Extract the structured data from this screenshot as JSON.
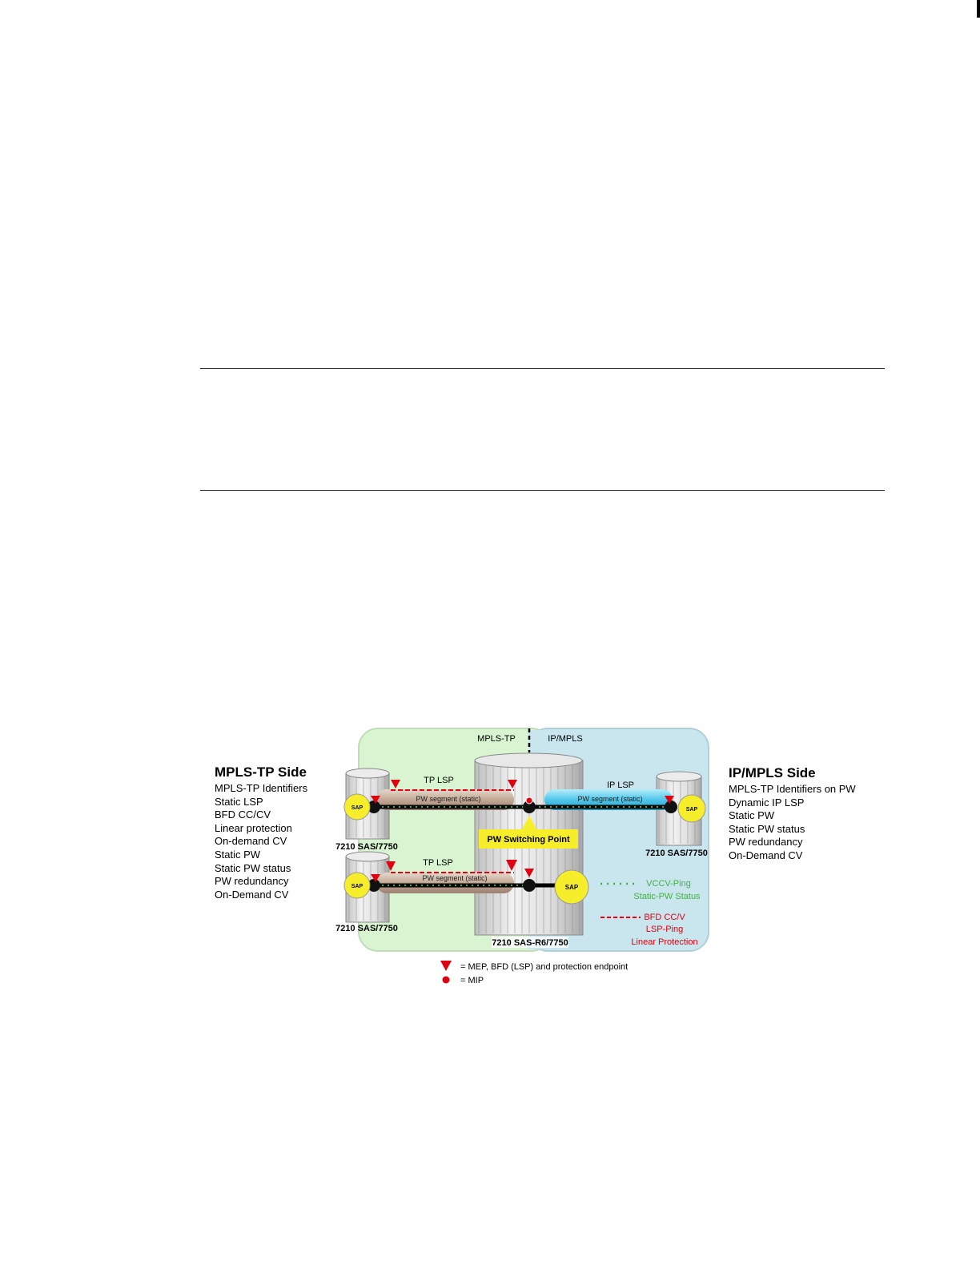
{
  "figure": {
    "left_panel": {
      "title": "MPLS-TP Side",
      "items": [
        "MPLS-TP Identifiers",
        "Static LSP",
        "BFD CC/CV",
        "Linear protection",
        "On-demand CV",
        "Static PW",
        "Static PW status",
        "PW redundancy",
        "On-Demand CV"
      ]
    },
    "right_panel": {
      "title": "IP/MPLS Side",
      "items": [
        "MPLS-TP Identifiers on PW",
        "Dynamic IP LSP",
        "Static PW",
        "Static PW status",
        "PW redundancy",
        "On-Demand CV"
      ]
    },
    "domain_left": "MPLS-TP",
    "domain_right": "IP/MPLS",
    "node_top_left": "7210 SAS/7750",
    "node_bottom_left": "7210 SAS/7750",
    "node_right": "7210 SAS/7750",
    "node_center": "7210 SAS-R6/7750",
    "sap": "SAP",
    "tp_lsp_top": "TP LSP",
    "tp_lsp_bottom": "TP LSP",
    "ip_lsp": "IP LSP",
    "pw_segment": "PW segment (static)",
    "switching_point": "PW Switching Point",
    "legend_green": [
      "VCCV-Ping",
      "Static-PW Status"
    ],
    "legend_red": [
      "BFD CC/V",
      "LSP-Ping",
      "Linear Protection"
    ],
    "key_mep": "= MEP, BFD (LSP) and protection endpoint",
    "key_mip": "= MIP",
    "colors": {
      "mpls_tp_bg": "#d8f4d0",
      "ip_mpls_bg": "#c9e6ee",
      "red": "#e0000f",
      "green": "#3fb33f",
      "sap_yellow": "#f6ee2b",
      "cyan_tunnel": "#5ccfee",
      "tan_tunnel": "#cdb8a6"
    }
  }
}
